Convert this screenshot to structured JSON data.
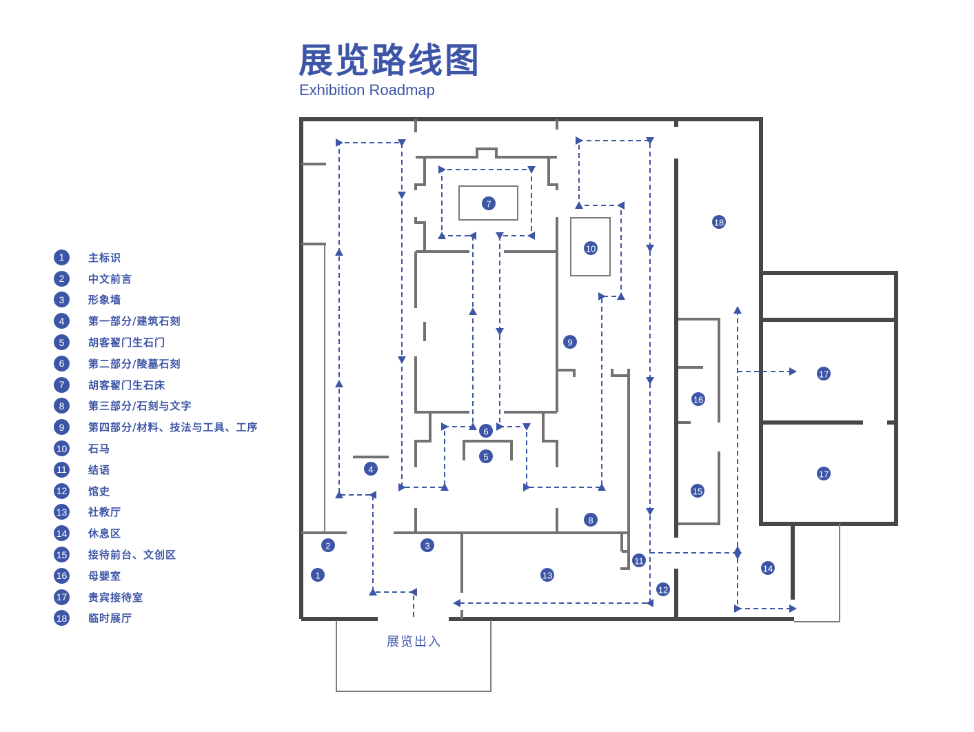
{
  "header": {
    "title": "展览路线图",
    "subtitle": "Exhibition Roadmap"
  },
  "legend": [
    {
      "num": "1",
      "label": "主标识"
    },
    {
      "num": "2",
      "label": "中文前言"
    },
    {
      "num": "3",
      "label": "形象墙"
    },
    {
      "num": "4",
      "label": "第一部分/建筑石刻"
    },
    {
      "num": "5",
      "label": "胡客翟门生石门"
    },
    {
      "num": "6",
      "label": "第二部分/陵墓石刻"
    },
    {
      "num": "7",
      "label": "胡客翟门生石床"
    },
    {
      "num": "8",
      "label": "第三部分/石刻与文字"
    },
    {
      "num": "9",
      "label": "第四部分/材料、技法与工具、工序"
    },
    {
      "num": "10",
      "label": "石马"
    },
    {
      "num": "11",
      "label": "结语"
    },
    {
      "num": "12",
      "label": "馆史"
    },
    {
      "num": "13",
      "label": "社教厅"
    },
    {
      "num": "14",
      "label": "休息区"
    },
    {
      "num": "15",
      "label": "接待前台、文创区"
    },
    {
      "num": "16",
      "label": "母婴室"
    },
    {
      "num": "17",
      "label": "贵宾接待室"
    },
    {
      "num": "18",
      "label": "临时展厅"
    }
  ],
  "map": {
    "entrance_label": "展览出入",
    "markers": [
      "1",
      "2",
      "3",
      "4",
      "5",
      "6",
      "7",
      "8",
      "9",
      "10",
      "11",
      "12",
      "13",
      "14",
      "15",
      "16",
      "17",
      "17",
      "18"
    ]
  },
  "colors": {
    "accent": "#3d55a6",
    "wall_dark": "#474747",
    "wall_gray": "#727272"
  }
}
